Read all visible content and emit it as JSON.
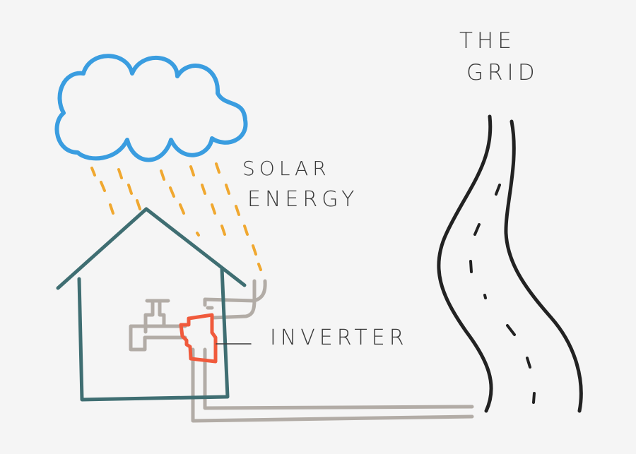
{
  "labels": {
    "grid_line1": "THE",
    "grid_line2": "GRID",
    "solar_line1": "SOLAR",
    "solar_line2": "ENERGY",
    "inverter": "INVERTER"
  },
  "colors": {
    "background": "#f5f5f5",
    "cloud": "#3a9de0",
    "rays": "#f0a830",
    "house": "#3f6e72",
    "pipes": "#b2aca6",
    "inverter": "#f05a3c",
    "road": "#222222",
    "text": "#3a3a3a"
  },
  "icons": {
    "cloud": "cloud-icon",
    "rays": "sun-rays-icon",
    "house": "house-icon",
    "tap": "water-tap-icon",
    "inverter": "inverter-icon",
    "grid": "road-grid-icon"
  }
}
